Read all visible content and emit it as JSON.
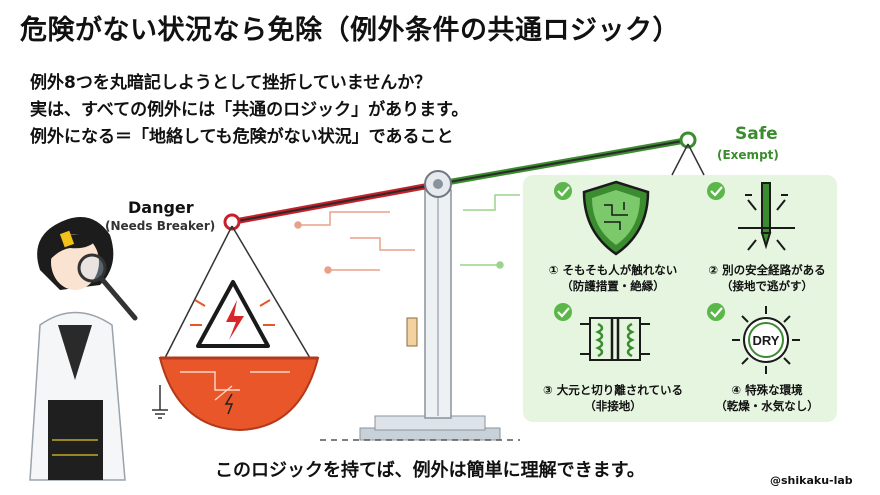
{
  "title": "危険がない状況なら免除（例外条件の共通ロジック）",
  "intro": {
    "line1": "例外8つを丸暗記しようとして挫折していませんか？",
    "line2": "実は、すべての例外には「共通のロジック」があります。",
    "line3": "例外になる＝「地絡しても危険がない状況」であること"
  },
  "danger": {
    "label": "Danger",
    "sub": "(Needs Breaker)"
  },
  "safe": {
    "label": "Safe",
    "sub": "(Exempt)"
  },
  "items": [
    {
      "line1": "① そもそも人が触れない",
      "line2": "（防護措置・絶縁）",
      "icon": "shield-circuit-icon"
    },
    {
      "line1": "② 別の安全経路がある",
      "line2": "（接地で逃がす）",
      "icon": "ground-rod-icon"
    },
    {
      "line1": "③ 大元と切り離されている",
      "line2": "（非接地）",
      "icon": "transformer-icon"
    },
    {
      "line1": "④ 特殊な環境",
      "line2": "（乾燥・水気なし）",
      "icon": "dry-sun-icon",
      "badge": "DRY"
    }
  ],
  "footer": "このロジックを持てば、例外は簡単に理解できます。",
  "credit": "@shikaku-lab",
  "colors": {
    "danger": "#e8562a",
    "safe": "#3a8c2e",
    "panel": "#e6f5e0"
  }
}
